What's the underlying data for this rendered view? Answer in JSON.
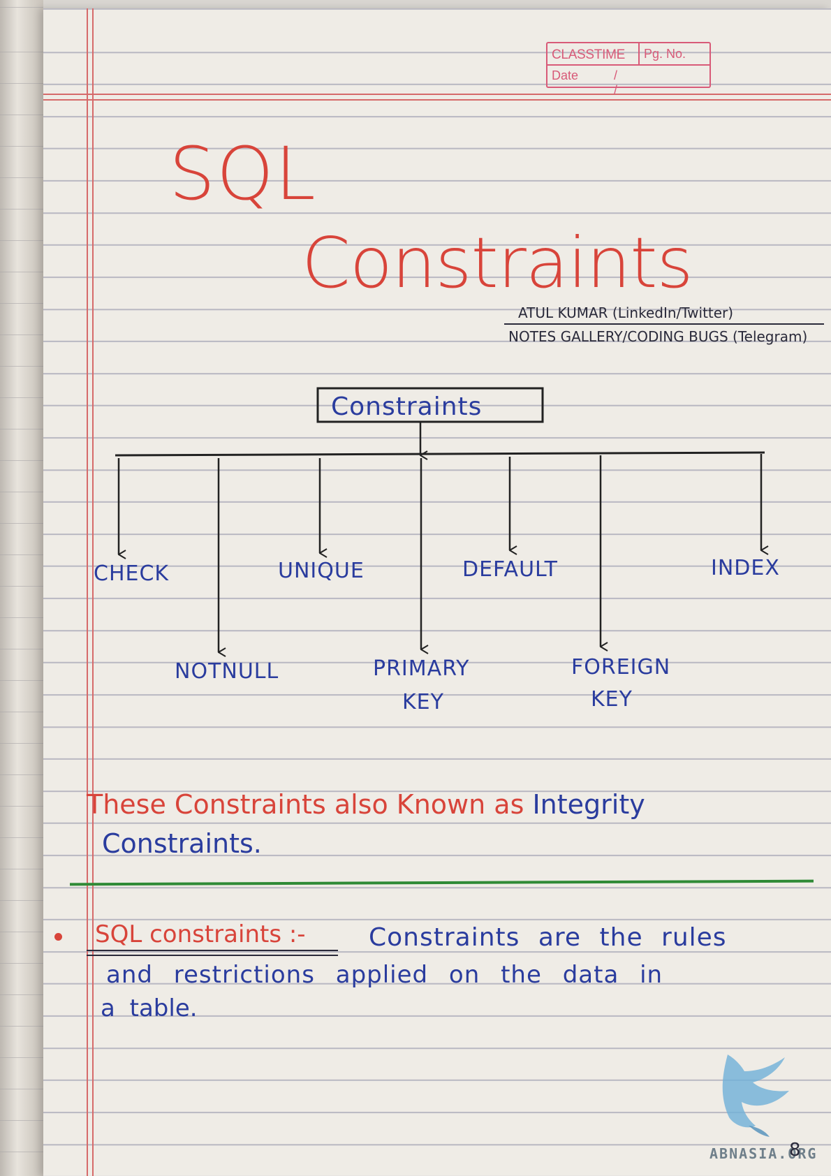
{
  "header_box": {
    "brand": "CLASSTIME",
    "page_label": "Pg. No.",
    "date_label": "Date",
    "date_value": "/ /"
  },
  "title": {
    "line1": "SQL",
    "line2": "Constraints"
  },
  "credits": {
    "line1": "ATUL KUMAR (LinkedIn/Twitter)",
    "line2": "NOTES GALLERY/CODING BUGS (Telegram)"
  },
  "tree": {
    "root": "Constraints",
    "upper_leaves": [
      "CHECK",
      "UNIQUE",
      "DEFAULT",
      "INDEX"
    ],
    "lower_leaves": [
      {
        "line1": "NOTNULL",
        "line2": ""
      },
      {
        "line1": "PRIMARY",
        "line2": "KEY"
      },
      {
        "line1": "FOREIGN",
        "line2": "KEY"
      }
    ]
  },
  "integrity_note": {
    "red_part": "These Constraints also Known as",
    "blue_part": "Integrity",
    "line2": "Constraints."
  },
  "definition": {
    "term": "SQL constraints :-",
    "line1": "Constraints are the rules",
    "line2": "and restrictions applied on the data in",
    "line3": "a table."
  },
  "watermark_text": "ABNASIA.ORG",
  "page_number": "8",
  "colors": {
    "red_ink": "#d8443a",
    "blue_ink": "#2a3c9e",
    "margin_red": "#d66a6a",
    "green_rule": "#2f8a36",
    "header_pink": "#d85a78"
  }
}
